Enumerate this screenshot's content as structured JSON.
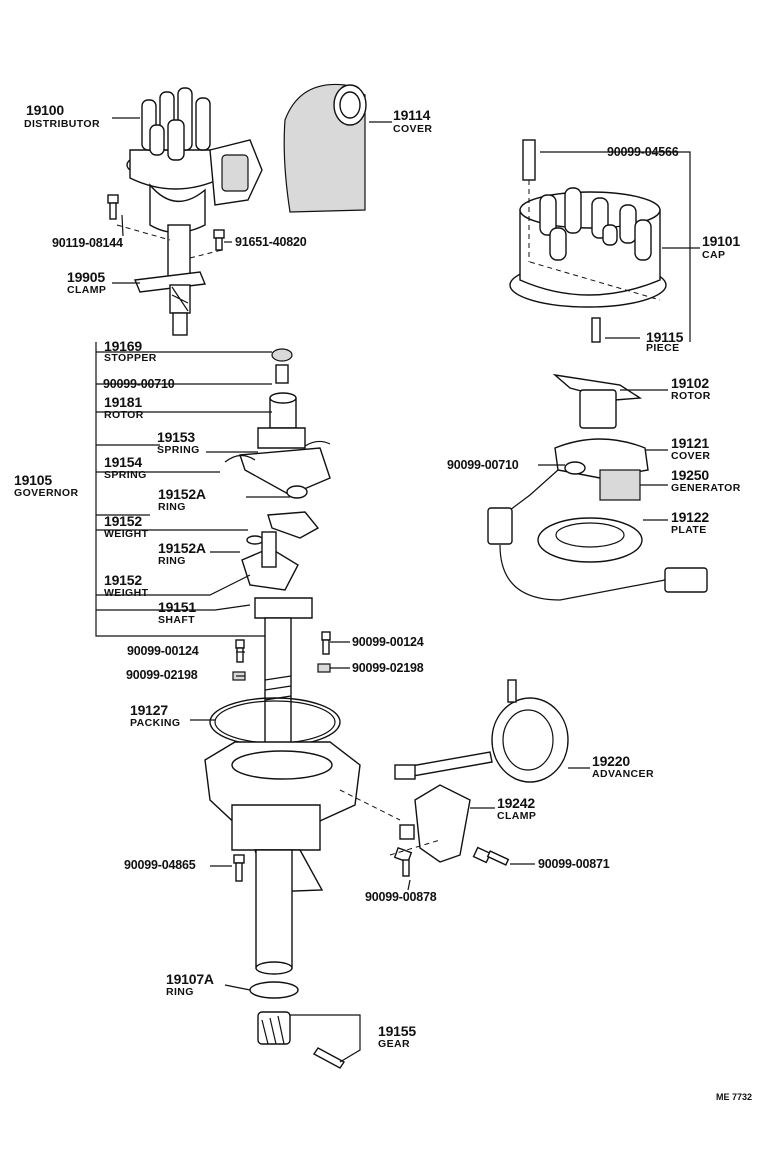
{
  "labels": {
    "distributor": {
      "num": "19100",
      "name": "DISTRIBUTOR"
    },
    "cover_top": {
      "num": "19114",
      "name": "COVER"
    },
    "bolt_90119": {
      "pn": "90119-08144"
    },
    "bolt_91651": {
      "pn": "91651-40820"
    },
    "clamp_top": {
      "num": "19905",
      "name": "CLAMP"
    },
    "screw_04566": {
      "pn": "90099-04566"
    },
    "cap": {
      "num": "19101",
      "name": "CAP"
    },
    "piece": {
      "num": "19115",
      "name": "PIECE"
    },
    "stopper": {
      "num": "19169",
      "name": "STOPPER"
    },
    "screw_00710_a": {
      "pn": "90099-00710"
    },
    "rotor_small": {
      "num": "19181",
      "name": "ROTOR"
    },
    "spring_a": {
      "num": "19153",
      "name": "SPRING"
    },
    "spring_b": {
      "num": "19154",
      "name": "SPRING"
    },
    "governor": {
      "num": "19105",
      "name": "GOVERNOR"
    },
    "ring_a": {
      "num": "19152A",
      "name": "RING"
    },
    "weight_a": {
      "num": "19152",
      "name": "WEIGHT"
    },
    "ring_b": {
      "num": "19152A",
      "name": "RING"
    },
    "weight_b": {
      "num": "19152",
      "name": "WEIGHT"
    },
    "shaft": {
      "num": "19151",
      "name": "SHAFT"
    },
    "rotor_big": {
      "num": "19102",
      "name": "ROTOR"
    },
    "cover_mid": {
      "num": "19121",
      "name": "COVER"
    },
    "screw_00710_b": {
      "pn": "90099-00710"
    },
    "generator": {
      "num": "19250",
      "name": "GENERATOR"
    },
    "plate": {
      "num": "19122",
      "name": "PLATE"
    },
    "screw_00124_l": {
      "pn": "90099-00124"
    },
    "screw_00124_r": {
      "pn": "90099-00124"
    },
    "washer_02198_l": {
      "pn": "90099-02198"
    },
    "washer_02198_r": {
      "pn": "90099-02198"
    },
    "packing": {
      "num": "19127",
      "name": "PACKING"
    },
    "advancer": {
      "num": "19220",
      "name": "ADVANCER"
    },
    "clamp_mid": {
      "num": "19242",
      "name": "CLAMP"
    },
    "bolt_04865": {
      "pn": "90099-04865"
    },
    "bolt_00871": {
      "pn": "90099-00871"
    },
    "bolt_00878": {
      "pn": "90099-00878"
    },
    "ring_bottom": {
      "num": "19107A",
      "name": "RING"
    },
    "gear": {
      "num": "19155",
      "name": "GEAR"
    },
    "figure_code": {
      "text": "ME 7732"
    }
  }
}
